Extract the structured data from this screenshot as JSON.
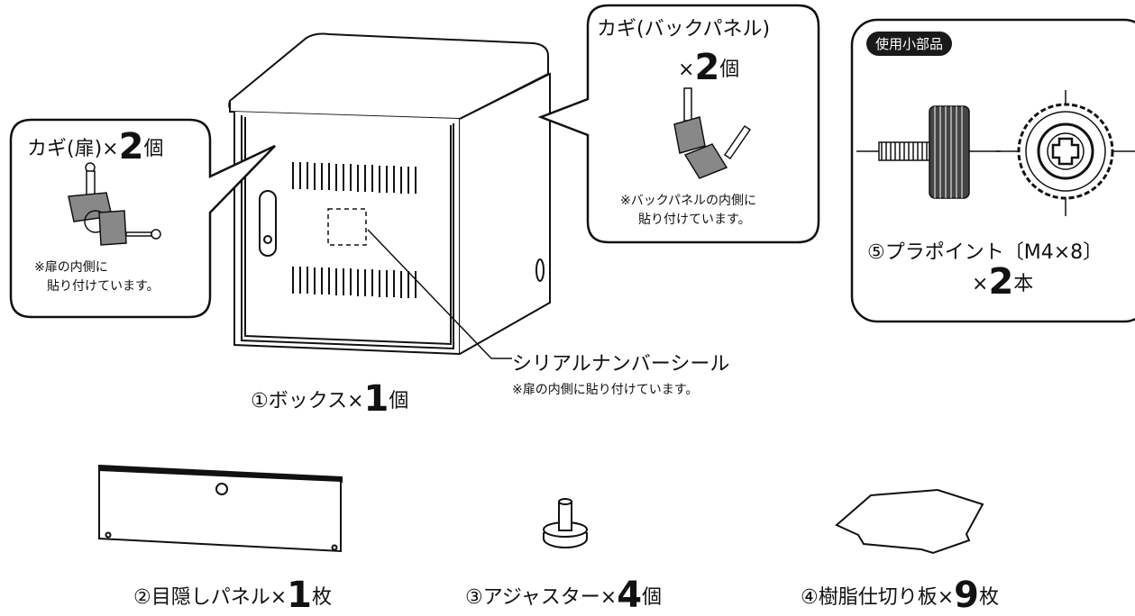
{
  "box": {
    "prefix": "①ボックス×",
    "qty": "1",
    "unit": "個"
  },
  "serial": {
    "title": "シリアルナンバーシール",
    "note": "※扉の内側に貼り付けています。"
  },
  "door_keys": {
    "prefix": "カギ(扉)×",
    "qty": "2",
    "unit": "個",
    "note_line1": "※扉の内側に",
    "note_line2": "貼り付けています。"
  },
  "back_keys": {
    "title": "カギ(バックパネル)",
    "prefix": "×",
    "qty": "2",
    "unit": "個",
    "note_line1": "※バックパネルの内側に",
    "note_line2": "貼り付けています。"
  },
  "small_parts": {
    "badge": "使用小部品",
    "line1": "⑤プラポイント〔M4×8〕",
    "prefix": "×",
    "qty": "2",
    "unit": "本"
  },
  "panel": {
    "prefix": "②目隠しパネル×",
    "qty": "1",
    "unit": "枚"
  },
  "adjuster": {
    "prefix": "③アジャスター×",
    "qty": "4",
    "unit": "個"
  },
  "plate": {
    "prefix": "④樹脂仕切り板×",
    "qty": "9",
    "unit": "枚"
  }
}
